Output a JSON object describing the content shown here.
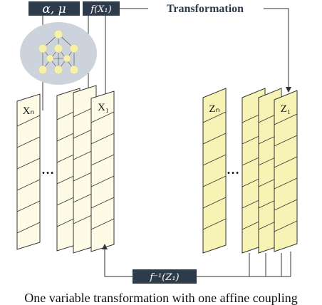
{
  "top_bar": {
    "params_label": "α, μ",
    "forward_fn_label": "f(X₁)",
    "transformation_label": "Transformation"
  },
  "input_stack": {
    "first_label": "Xₙ",
    "last_label": "X₁",
    "ellipsis": "…",
    "fill_color": "#fdfbe6"
  },
  "output_stack": {
    "first_label": "Zₙ",
    "last_label": "Z₁",
    "ellipsis": "…",
    "fill_color": "#f7f3b4"
  },
  "inverse_fn_label": "f⁻¹(Z₁)",
  "caption": "One variable transformation with one affine coupling",
  "colors": {
    "label_box": "#2d3b4b",
    "network_bg": "#cdd3dc",
    "network_node": "#f6f1a9",
    "line": "#333333"
  }
}
